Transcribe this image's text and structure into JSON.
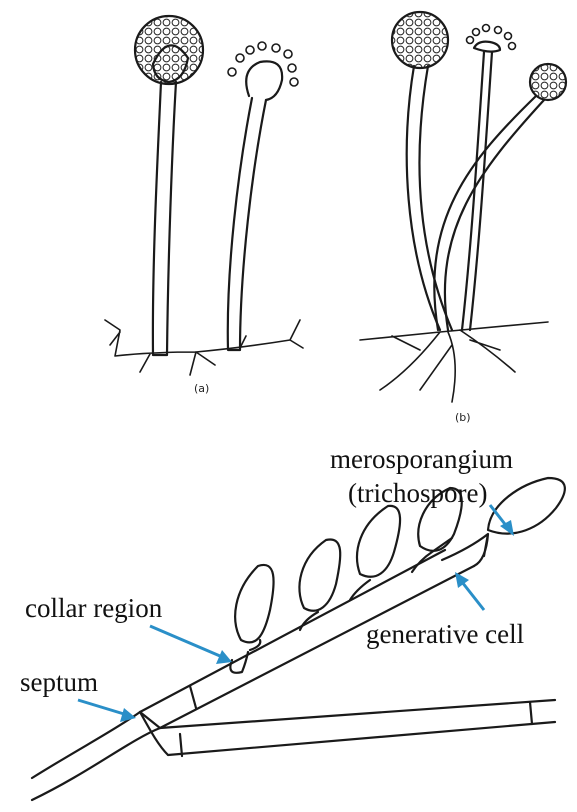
{
  "figure": {
    "panel_a_label": "(a)",
    "panel_b_label": "(b)",
    "labels": {
      "merosporangium": "merosporangium",
      "trichospore": "(trichospore)",
      "collar_region": "collar region",
      "generative_cell": "generative cell",
      "septum": "septum"
    },
    "arrow_color": "#2a8fc8"
  }
}
